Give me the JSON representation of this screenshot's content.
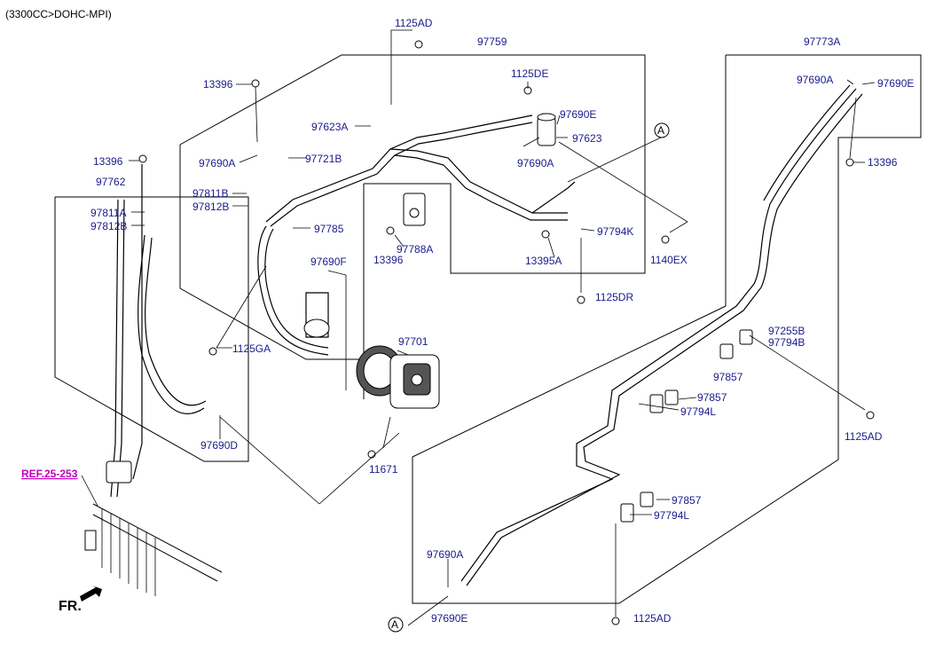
{
  "header": {
    "engine_text": "(3300CC>DOHC-MPI)"
  },
  "reference": {
    "text": "REF.25-253"
  },
  "direction": {
    "text": "FR."
  },
  "callouts": {
    "a_top": "A",
    "a_bottom": "A"
  },
  "labels": {
    "l_1125ad_top": "1125AD",
    "l_97759": "97759",
    "l_97773a": "97773A",
    "l_13396_a": "13396",
    "l_1125de": "1125DE",
    "l_97690a_tr": "97690A",
    "l_97690e_tr": "97690E",
    "l_97623a": "97623A",
    "l_97690e_mid": "97690E",
    "l_97623": "97623",
    "l_13396_b": "13396",
    "l_97690a_l": "97690A",
    "l_97721b": "97721B",
    "l_97690a_mid": "97690A",
    "l_13396_r": "13396",
    "l_97762": "97762",
    "l_97811b_a": "97811B",
    "l_97812b_a": "97812B",
    "l_97811a": "97811A",
    "l_97812b_b": "97812B",
    "l_97785": "97785",
    "l_97788a": "97788A",
    "l_13396_c": "13396",
    "l_13395a": "13395A",
    "l_97794k": "97794K",
    "l_1140ex": "1140EX",
    "l_97690f": "97690F",
    "l_1125dr": "1125DR",
    "l_97255b": "97255B",
    "l_97794b": "97794B",
    "l_97701": "97701",
    "l_1125ga": "1125GA",
    "l_97857_a": "97857",
    "l_97857_b": "97857",
    "l_97794l_a": "97794L",
    "l_1125ad_r": "1125AD",
    "l_97690d": "97690D",
    "l_11671": "11671",
    "l_97857_c": "97857",
    "l_97794l_b": "97794L",
    "l_97690a_b": "97690A",
    "l_97690e_b": "97690E",
    "l_1125ad_b": "1125AD"
  }
}
